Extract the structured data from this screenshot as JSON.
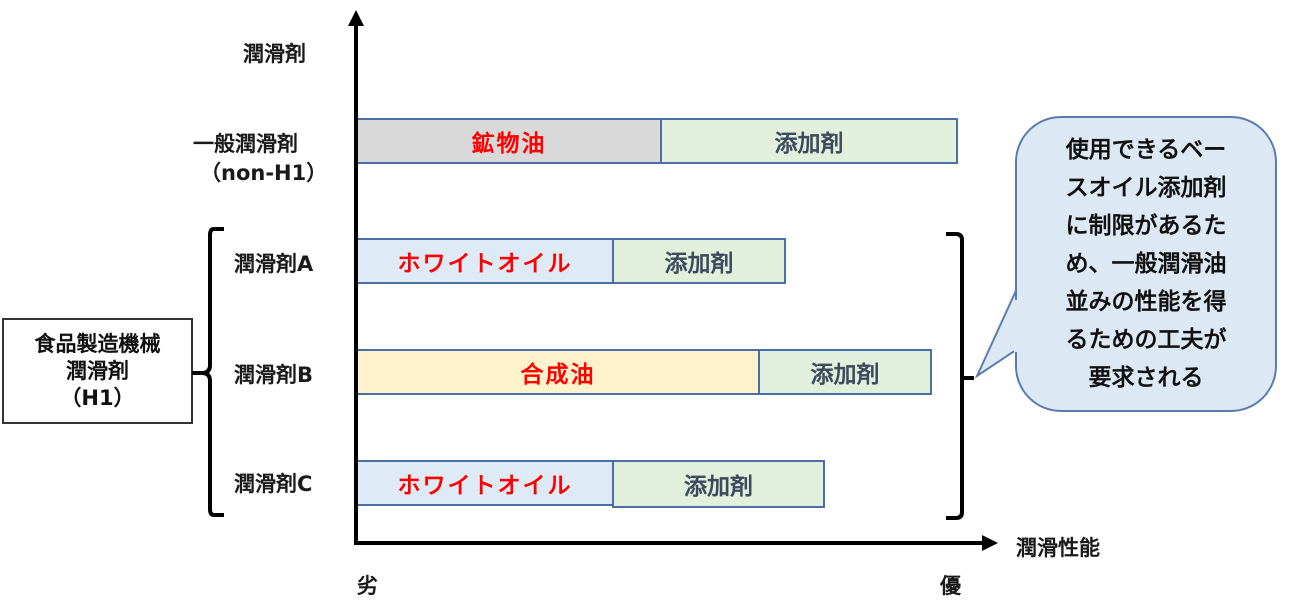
{
  "y_axis": {
    "title": "潤滑剤"
  },
  "x_axis": {
    "title": "潤滑性能",
    "low_label": "劣",
    "high_label": "優"
  },
  "rows": [
    {
      "label_line1": "一般潤滑剤",
      "label_line2": "（non-H1）",
      "base": "鉱物油",
      "additive": "添加剤",
      "base_color": "#d9d9d9"
    },
    {
      "label": "潤滑剤A",
      "base": "ホワイトオイル",
      "additive": "添加剤",
      "base_color": "#deebf7"
    },
    {
      "label": "潤滑剤B",
      "base": "合成油",
      "additive": "添加剤",
      "base_color": "#fff2cc"
    },
    {
      "label": "潤滑剤C",
      "base": "ホワイトオイル",
      "additive": "添加剤",
      "base_color": "#deebf7"
    }
  ],
  "group_box": {
    "line1": "食品製造機械",
    "line2": "潤滑剤",
    "line3": "（H1）"
  },
  "callout": {
    "lines": [
      "使用できるベー",
      "スオイル添加剤",
      "に制限があるた",
      "め、一般潤滑油",
      "並みの性能を得",
      "るための工夫が",
      "要求される"
    ]
  },
  "colors": {
    "base_text": "#ff0000",
    "additive_text": "#3b4a5e",
    "additive_fill": "#e2efda",
    "bar_border": "#4a6ea8",
    "callout_fill": "#dde8f5"
  },
  "chart_data": {
    "type": "bar",
    "orientation": "horizontal-stacked",
    "title": "",
    "xlabel": "潤滑性能",
    "ylabel": "潤滑剤",
    "x_range_labels": [
      "劣",
      "優"
    ],
    "categories": [
      "一般潤滑剤（non-H1）",
      "潤滑剤A",
      "潤滑剤B",
      "潤滑剤C"
    ],
    "series": [
      {
        "name": "ベースオイル",
        "labels": [
          "鉱物油",
          "ホワイトオイル",
          "合成油",
          "ホワイトオイル"
        ],
        "values": [
          51,
          43,
          68,
          43
        ]
      },
      {
        "name": "添加剤",
        "values": [
          50,
          29,
          29,
          36
        ]
      }
    ],
    "units": "relative width (percent of axis to 優)"
  }
}
